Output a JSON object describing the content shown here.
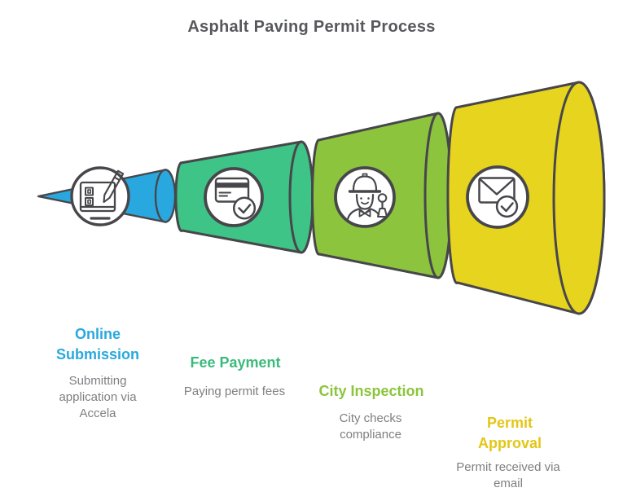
{
  "title": "Asphalt Paving Permit Process",
  "colors": {
    "bg": "#ffffff",
    "ink": "#47474b",
    "title": "#57585c",
    "muted": "#7d7f82",
    "blue": "#29a8e0",
    "green": "#3fc487",
    "lime": "#8cc43e",
    "yellow": "#e6d41f",
    "hblue": "#29a8df",
    "hgreen": "#3cba7d",
    "hlime": "#8bc53c",
    "hyellow": "#e3c614"
  },
  "stages": [
    {
      "heading": "Online\nSubmission",
      "description": "Submitting\napplication via\nAccela",
      "icon": "form-pencil-icon",
      "color": "#29a8e0"
    },
    {
      "heading": "Fee Payment",
      "description": "Paying permit fees",
      "icon": "credit-card-check-icon",
      "color": "#3fc487"
    },
    {
      "heading": "City Inspection",
      "description": "City checks\ncompliance",
      "icon": "inspector-icon",
      "color": "#8cc43e"
    },
    {
      "heading": "Permit\nApproval",
      "description": "Permit received via\nemail",
      "icon": "envelope-check-icon",
      "color": "#e6d41f"
    }
  ]
}
